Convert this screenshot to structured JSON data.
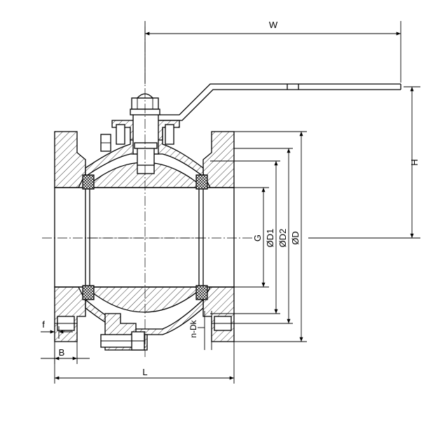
{
  "labels": {
    "W": "W",
    "H": "H",
    "G": "G",
    "D1": "ØD1",
    "D2": "ØD2",
    "D": "ØD",
    "f": "f",
    "B": "B",
    "L": "L",
    "nDk": "n-Dk"
  }
}
